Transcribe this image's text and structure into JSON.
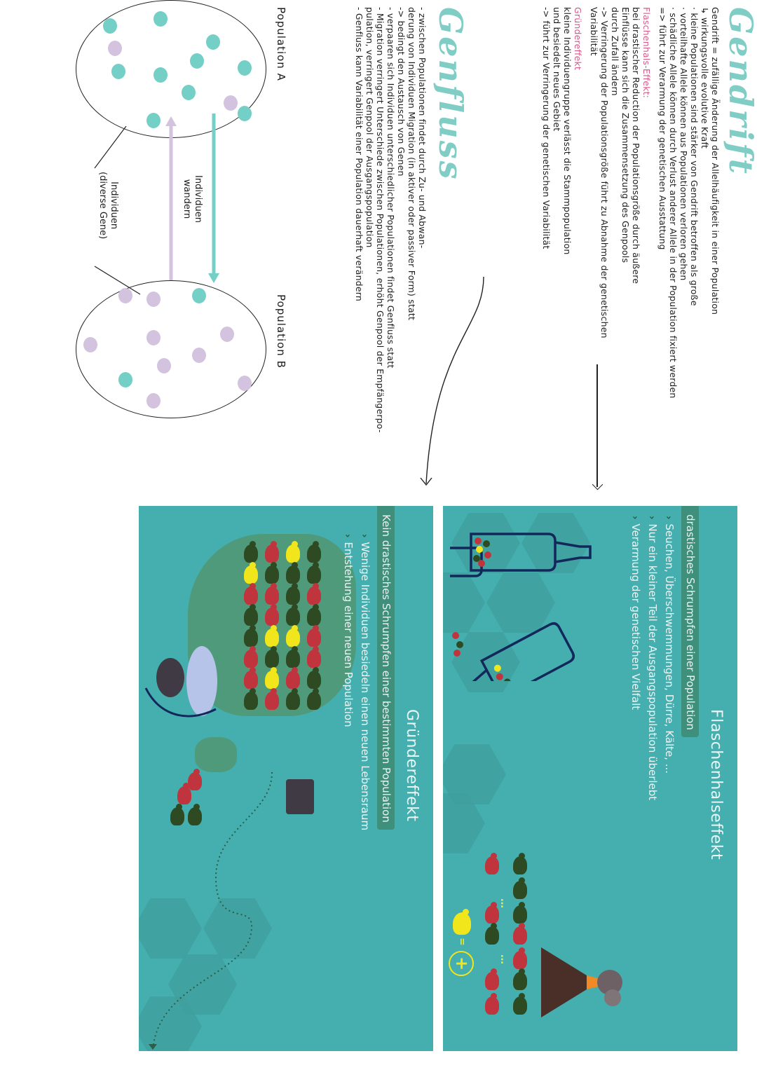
{
  "gendrift": {
    "title": "Gendrift",
    "lines": [
      "Gendrift = zufällige Änderung der Allelhäufigkeit in einer Population",
      "↳ wirkungsvolle evolutive Kraft",
      "· kleine Populationen sind stärker von Gendrift betroffen als große",
      "· vorteilhafte Allele können aus Populationen verloren gehen",
      "· schädliche Allele können durch Verlust anderer Allele in der Population fixiert werden",
      "=> führt zur Verarmung der genetischen Ausstattung"
    ],
    "bottleneck_heading": "Flaschenhals-Effekt:",
    "bottleneck_lines": [
      "bei drastischer Reduction der Populationsgröße durch äußere",
      "Einflüsse kann sich die Zusammensetzung des Genpools",
      "durch Zufall ändern",
      "-> Verringerung der Populationsgröße führt zu Abnahme der genetischen",
      "Variabilität"
    ],
    "founder_heading": "Gründereffekt",
    "founder_lines": [
      "kleine Individuengruppe verlässt die Stammpopulation",
      "und besiedelt neues Gebiet",
      "-> führt zur Verringerung der genetischen Variabilität"
    ]
  },
  "genfluss": {
    "title": "Genfluss",
    "lines": [
      "- zwischen Populationen findet durch Zu- und Abwan-",
      "derung von Individuen Migration (in aktiver oder passiver Form) statt",
      "-> bedingt den Austausch von Genen",
      "- verpaaren sich Individuen unterschiedlicher Populationen findet Genfluss statt",
      "- Migration verringert Unterschiede zwischen Populationen, erhöht Genpool der Empfängerpo-",
      "pulation, verringert Genpool der Ausgangspopulation",
      "- Genfluss kann Variabilität einer Population dauerhaft verändern"
    ]
  },
  "diagram": {
    "population_a_label": "Population A",
    "population_b_label": "Population B",
    "migration_label_line1": "Individuen",
    "migration_label_line2": "wandern",
    "individuals_label_line1": "Individuen",
    "individuals_label_line2": "(diverse Gene)",
    "colors": {
      "teal": "#74cfc6",
      "lilac": "#d4c3df"
    }
  },
  "slide_bottleneck": {
    "title": "Flaschenhalseffekt",
    "banner": "drastisches Schrumpfen einer Population",
    "bullets": [
      "Seuchen, Überschwemmungen, Dürre, Kälte, ...",
      "Nur ein kleiner Teil der Ausgangspopulation überlebt",
      "Verarmung der genetischen Vielfalt"
    ],
    "equals_sign": "="
  },
  "slide_founder": {
    "title": "Gründereffekt",
    "banner": "Kein drastisches Schrumpfen einer bestimmten Population",
    "bullets": [
      "Wenige Individuen besiedeln einen neuen Lebensraum",
      "Entstehung einer neuen Population"
    ]
  },
  "colors": {
    "accent_teal": "#7fcdc4",
    "heading_pink": "#d45a8a",
    "slide_bg": "#45aeaf",
    "slide_banner": "#3e8f7b"
  }
}
